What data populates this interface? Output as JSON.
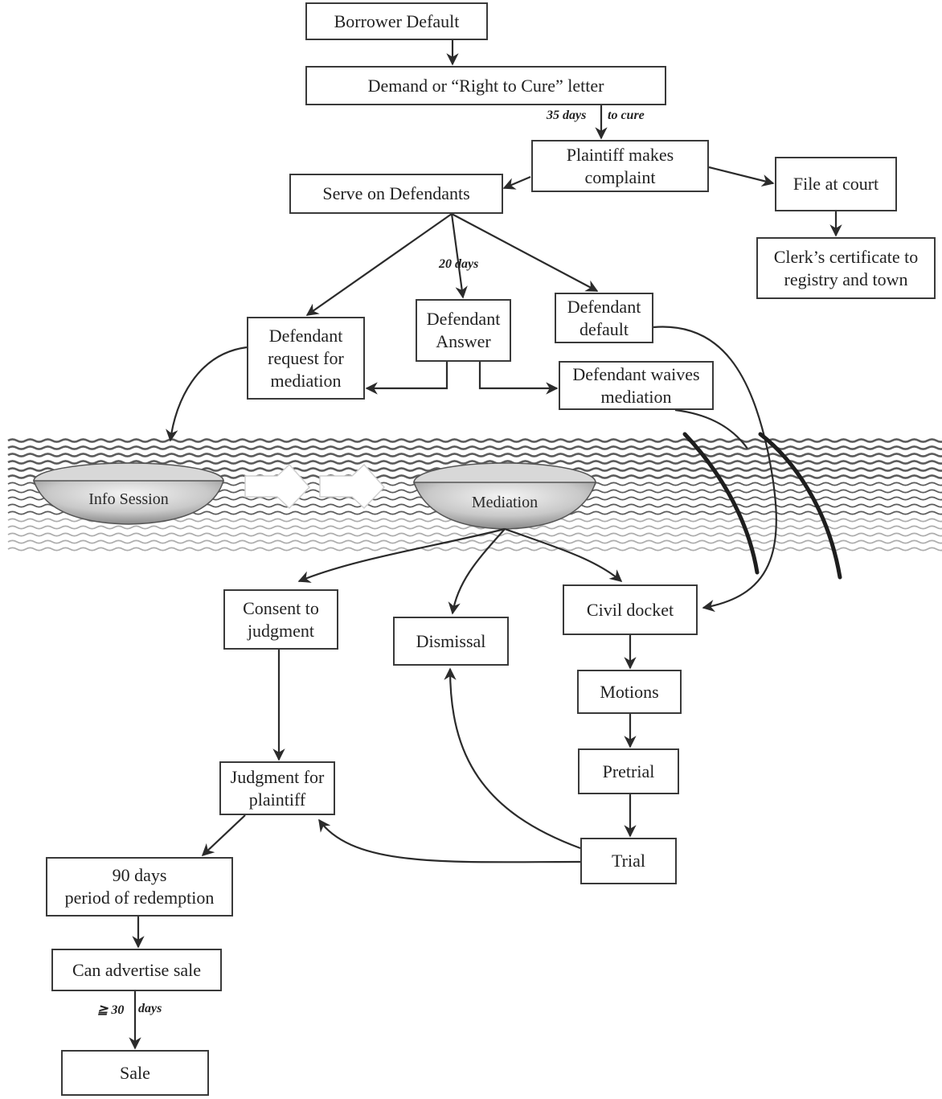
{
  "nodes": {
    "borrower_default": "Borrower Default",
    "demand_letter": "Demand or “Right to Cure” letter",
    "plaintiff_complaint": "Plaintiff makes\ncomplaint",
    "file_at_court": "File at court",
    "clerk_certificate": "Clerk’s certificate to\nregistry and town",
    "serve_defendants": "Serve on Defendants",
    "request_mediation": "Defendant\nrequest for\nmediation",
    "defendant_answer": "Defendant\nAnswer",
    "defendant_default": "Defendant\ndefault",
    "waives_mediation": "Defendant waives\nmediation",
    "info_session": "Info Session",
    "mediation": "Mediation",
    "consent_judgment": "Consent to\njudgment",
    "dismissal": "Dismissal",
    "civil_docket": "Civil docket",
    "motions": "Motions",
    "pretrial": "Pretrial",
    "trial": "Trial",
    "judgment_plaintiff": "Judgment for\nplaintiff",
    "redemption": "90 days\nperiod of redemption",
    "advertise_sale": "Can advertise sale",
    "sale": "Sale"
  },
  "edge_labels": {
    "cure": "35 days",
    "cure_suffix": "to cure",
    "answer_days": "20 days",
    "sale_days_prefix": "≧ 30",
    "sale_days_suffix": "days"
  },
  "colors": {
    "stroke": "#2b2b2b",
    "wave": "#4a4a4a",
    "box_border": "#3a3a3a"
  }
}
